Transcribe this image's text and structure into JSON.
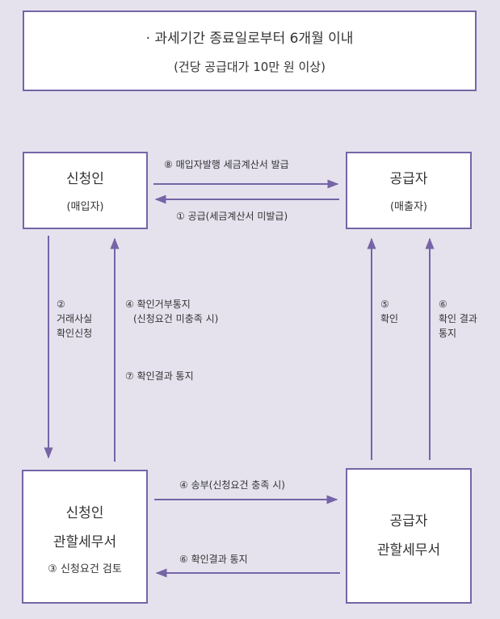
{
  "top_box": {
    "line1": "· 과세기간 종료일로부터 6개월 이내",
    "line2": "(건당 공급대가 10만 원 이상)"
  },
  "applicant": {
    "title": "신청인",
    "subtitle": "(매입자)"
  },
  "supplier": {
    "title": "공급자",
    "subtitle": "(매출자)"
  },
  "applicant_office": {
    "line1": "신청인",
    "line2": "관할세무서",
    "note": "③ 신청요건 검토"
  },
  "supplier_office": {
    "line1": "공급자",
    "line2": "관할세무서"
  },
  "flows": {
    "step8": "⑧ 매입자발행 세금계산서 발급",
    "step1": "① 공급(세금계산서 미발급)",
    "step2_num": "②",
    "step2_line1": "거래사실",
    "step2_line2": "확인신청",
    "step4_reject_line1": "④ 확인거부통지",
    "step4_reject_line2": "(신청요건 미충족 시)",
    "step7": "⑦ 확인결과 통지",
    "step5_num": "⑤",
    "step5_label": "확인",
    "step6_num": "⑥",
    "step6_line1": "확인 결과",
    "step6_line2": "통지",
    "step4_send": "④ 송부(신청요건 충족 시)",
    "step6_bottom": "⑥ 확인결과 통지"
  },
  "colors": {
    "background": "#e5e2ee",
    "border": "#7565a6",
    "arrow": "#7565a6",
    "box_fill": "#ffffff",
    "text": "#333333"
  }
}
